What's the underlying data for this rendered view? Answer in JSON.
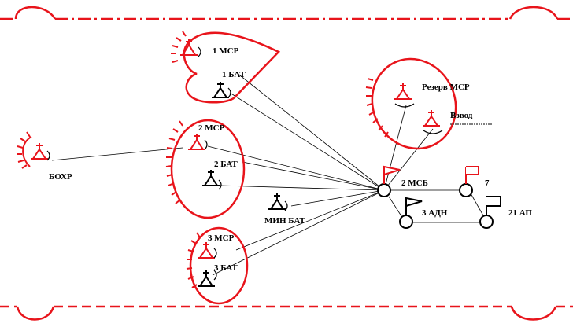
{
  "colors": {
    "accent": "#e8141b",
    "ink": "#000000",
    "background": "#ffffff"
  },
  "labels": {
    "msr1": "1 МСР",
    "bat1": "1 БАТ",
    "msr2": "2 МСР",
    "bat2": "2 БАТ",
    "msr3": "3 МСР",
    "bat3": "3 БАТ",
    "reserve": "Резерв МСР",
    "platoon": "Взвод",
    "bohr": "БОХР",
    "minbat": "МИН БАТ",
    "msb2": "2 МСБ",
    "adn3": "3 АДН",
    "ap21": "21 АП",
    "unit7": "7"
  },
  "icons": [
    "infantry-red-icon",
    "infantry-black-icon",
    "flag-red-icon",
    "flag-black-icon",
    "hq-circle-icon"
  ]
}
